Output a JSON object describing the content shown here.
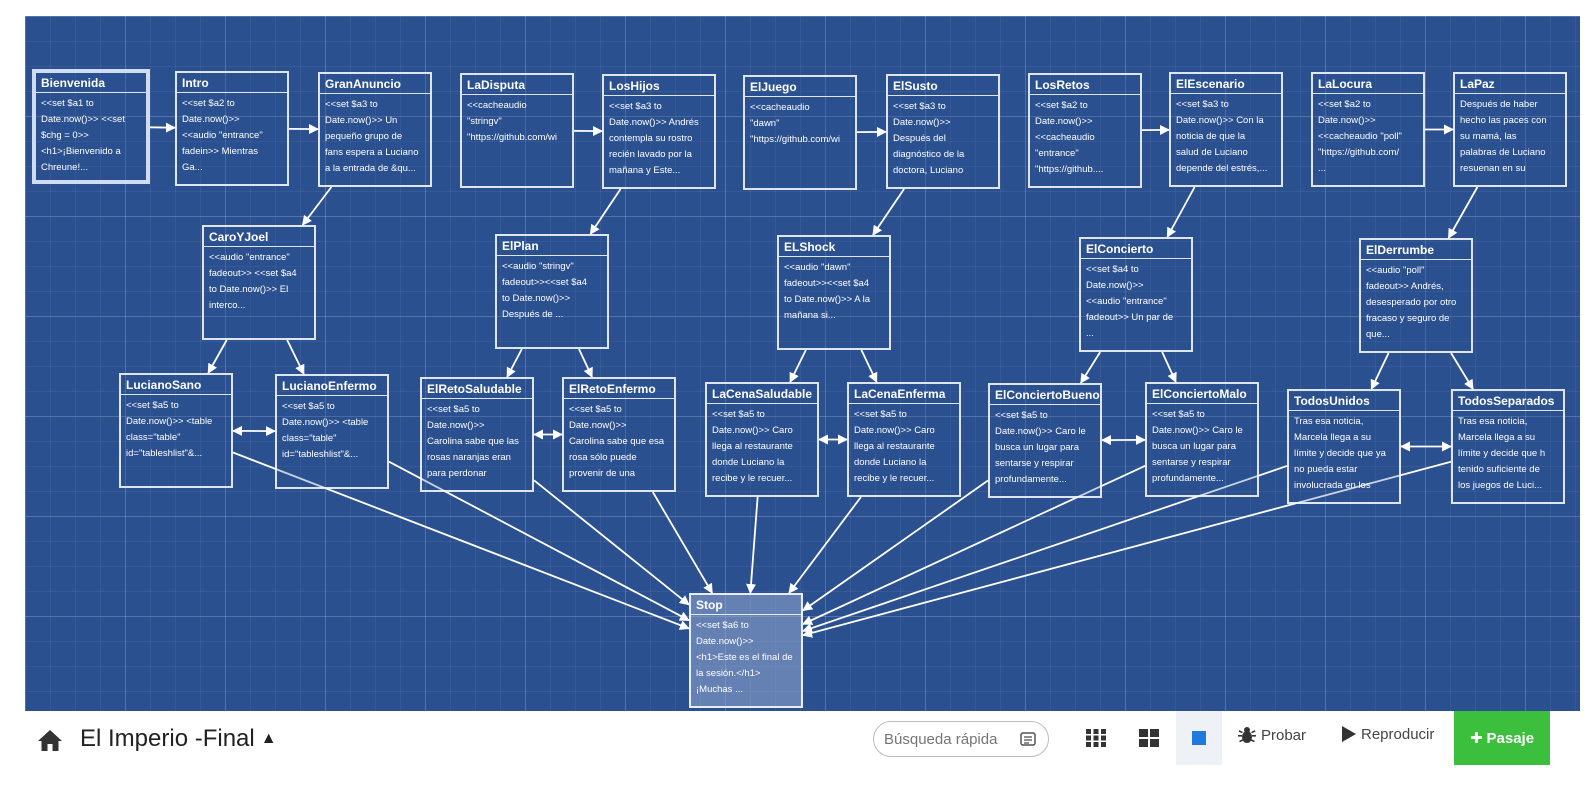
{
  "story": {
    "title": "El Imperio -Final",
    "caret": "▲"
  },
  "search": {
    "placeholder": "Búsqueda rápida"
  },
  "toolbar": {
    "probar": "Probar",
    "reproducir": "Reproducir",
    "pasaje": "Pasaje",
    "pasaje_plus": "✚"
  },
  "colors": {
    "canvas": "#2a5090",
    "add_button": "#3cbf3c",
    "selected_view": "#1f7ae0"
  },
  "passages": [
    {
      "title": "Bienvenida",
      "excerpt": "<<set $a1 to\nDate.now()>> <<set\n$chg = 0>>\n<h1>¡Bienvenido a\nChreune!..."
    },
    {
      "title": "Intro",
      "excerpt": "<<set $a2 to\nDate.now()>>\n<<audio \"entrance\"\nfadein>> Mientras\nGa..."
    },
    {
      "title": "GranAnuncio",
      "excerpt": "<<set $a3 to\nDate.now()>> Un\npequeño grupo de\nfans espera a Luciano\na la entrada de &qu..."
    },
    {
      "title": "LaDisputa",
      "excerpt": "<<cacheaudio\n\"stringv\"\n\"https://github.com/wi"
    },
    {
      "title": "LosHijos",
      "excerpt": "<<set $a3 to\nDate.now()>> Andrés\ncontempla su rostro\nrecién lavado por la\nmañana y Este..."
    },
    {
      "title": "ElJuego",
      "excerpt": "<<cacheaudio\n\"dawn\"\n\"https://github.com/wi"
    },
    {
      "title": "ElSusto",
      "excerpt": "<<set $a3 to\nDate.now()>>\nDespués del\ndiagnóstico de la\ndoctora, Luciano"
    },
    {
      "title": "LosRetos",
      "excerpt": "<<set $a2 to\nDate.now()>>\n<<cacheaudio\n\"entrance\"\n\"https://github...."
    },
    {
      "title": "ElEscenario",
      "excerpt": "<<set $a3 to\nDate.now()>> Con la\nnoticia de que la\nsalud de Luciano\ndepende del estrés,..."
    },
    {
      "title": "LaLocura",
      "excerpt": "<<set $a2 to\nDate.now()>>\n<<cacheaudio \"poll\"\n\"https://github.com/\n..."
    },
    {
      "title": "LaPaz",
      "excerpt": "Después de haber\nhecho las paces con\nsu mamá, las\npalabras de Luciano\nresuenan en su"
    },
    {
      "title": "CaroYJoel",
      "excerpt": "<<audio \"entrance\"\nfadeout>> <<set $a4\nto Date.now()>> El\ninterco..."
    },
    {
      "title": "ElPlan",
      "excerpt": "<<audio \"stringv\"\nfadeout>><<set $a4\nto Date.now()>>\nDespués de ..."
    },
    {
      "title": "ELShock",
      "excerpt": "<<audio \"dawn\"\nfadeout>><<set $a4\nto Date.now()>> A la\nmañana si..."
    },
    {
      "title": "ElConcierto",
      "excerpt": "<<set $a4 to\nDate.now()>>\n<<audio \"entrance\"\nfadeout>> Un par de\n..."
    },
    {
      "title": "ElDerrumbe",
      "excerpt": "<<audio \"poll\"\nfadeout>> Andrés,\ndesesperado por otro\nfracaso y seguro de\nque..."
    },
    {
      "title": "LucianoSano",
      "excerpt": "<<set $a5 to\nDate.now()>> <table\nclass=\"table\"\nid=\"tableshlist\"&..."
    },
    {
      "title": "LucianoEnfermo",
      "excerpt": "<<set $a5 to\nDate.now()>> <table\nclass=\"table\"\nid=\"tableshlist\"&..."
    },
    {
      "title": "ElRetoSaludable",
      "excerpt": "<<set $a5 to\nDate.now()>>\nCarolina sabe que las\nrosas naranjas eran\npara perdonar"
    },
    {
      "title": "ElRetoEnfermo",
      "excerpt": "<<set $a5 to\nDate.now()>>\nCarolina sabe que esa\nrosa sólo puede\nprovenir de una"
    },
    {
      "title": "LaCenaSaludable",
      "excerpt": "<<set $a5 to\nDate.now()>> Caro\nllega al restaurante\ndonde Luciano la\nrecibe y le recuer..."
    },
    {
      "title": "LaCenaEnferma",
      "excerpt": "<<set $a5 to\nDate.now()>> Caro\nllega al restaurante\ndonde Luciano la\nrecibe y le recuer..."
    },
    {
      "title": "ElConciertoBueno",
      "excerpt": "<<set $a5 to\nDate.now()>> Caro le\nbusca un lugar para\nsentarse y respirar\nprofundamente..."
    },
    {
      "title": "ElConciertoMalo",
      "excerpt": "<<set $a5 to\nDate.now()>> Caro le\nbusca un lugar para\nsentarse y respirar\nprofundamente..."
    },
    {
      "title": "TodosUnidos",
      "excerpt": "Tras esa noticia,\nMarcela llega a su\nlímite y decide que ya\nno pueda estar\ninvolucrada en los"
    },
    {
      "title": "TodosSeparados",
      "excerpt": "Tras esa noticia,\nMarcela llega a su\nlímite y decide que h\ntenido suficiente de\nlos juegos de Luci..."
    },
    {
      "title": "Stop",
      "excerpt": "<<set $a6 to\nDate.now()>>\n<h1>Este es el final de\nla sesión.</h1>\n¡Muchas ..."
    }
  ]
}
